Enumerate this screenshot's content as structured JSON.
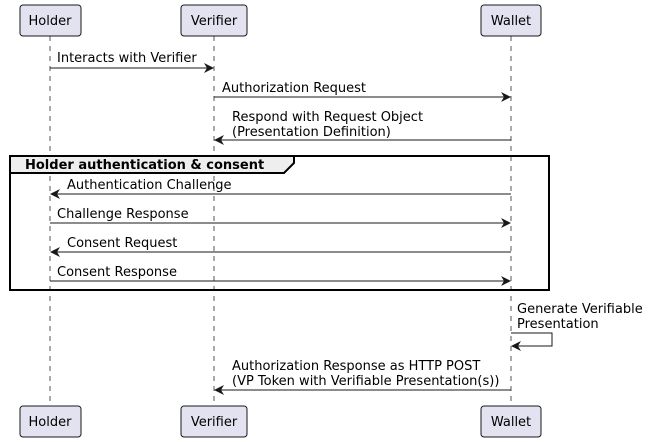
{
  "participants": [
    {
      "id": "holder",
      "label": "Holder"
    },
    {
      "id": "verifier",
      "label": "Verifier"
    },
    {
      "id": "wallet",
      "label": "Wallet"
    }
  ],
  "messages": [
    {
      "from": "holder",
      "to": "verifier",
      "lines": [
        "Interacts with Verifier"
      ]
    },
    {
      "from": "verifier",
      "to": "wallet",
      "lines": [
        "Authorization Request"
      ]
    },
    {
      "from": "wallet",
      "to": "verifier",
      "lines": [
        "Respond with Request Object",
        "(Presentation Definition)"
      ]
    },
    {
      "from": "wallet",
      "to": "holder",
      "lines": [
        "Authentication Challenge"
      ]
    },
    {
      "from": "holder",
      "to": "wallet",
      "lines": [
        "Challenge Response"
      ]
    },
    {
      "from": "wallet",
      "to": "holder",
      "lines": [
        "Consent Request"
      ]
    },
    {
      "from": "holder",
      "to": "wallet",
      "lines": [
        "Consent Response"
      ]
    },
    {
      "from": "wallet",
      "to": "wallet",
      "lines": [
        "Generate Verifiable",
        "Presentation"
      ]
    },
    {
      "from": "wallet",
      "to": "verifier",
      "lines": [
        "Authorization Response as HTTP POST",
        "(VP Token with Verifiable Presentation(s))"
      ]
    }
  ],
  "groups": [
    {
      "title": "Holder authentication & consent",
      "first_message": 3,
      "last_message": 6
    }
  ],
  "colors": {
    "participant_fill": "#e2e2f0",
    "participant_stroke": "#181818",
    "lifeline": "#555555",
    "arrow": "#181818"
  }
}
